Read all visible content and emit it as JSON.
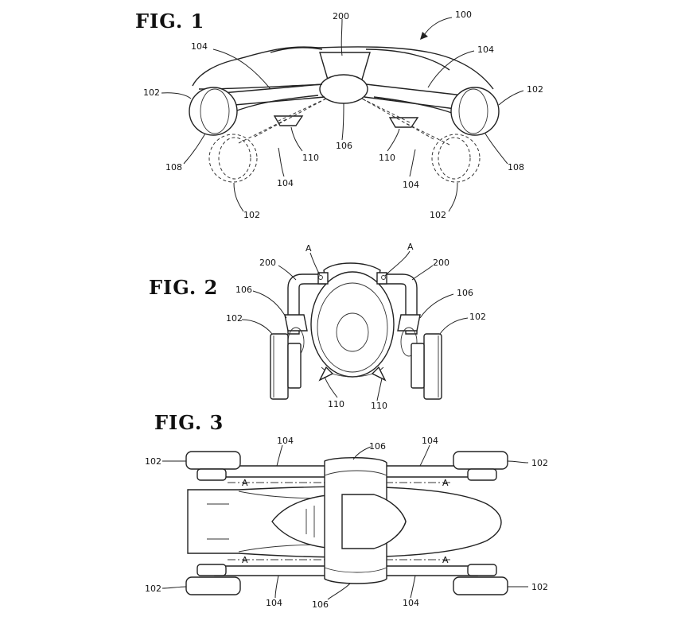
{
  "figures": {
    "fig1": {
      "title": "FIG. 1"
    },
    "fig2": {
      "title": "FIG. 2"
    },
    "fig3": {
      "title": "FIG. 3"
    }
  },
  "labels": {
    "fig1": [
      "100",
      "200",
      "104",
      "104",
      "102",
      "102",
      "108",
      "108",
      "106",
      "110",
      "110",
      "104",
      "104",
      "102",
      "102"
    ],
    "fig2": [
      "A",
      "A",
      "200",
      "200",
      "106",
      "106",
      "102",
      "102",
      "110",
      "110"
    ],
    "fig3": [
      "104",
      "106",
      "104",
      "102",
      "102",
      "A",
      "A",
      "A",
      "A",
      "102",
      "102",
      "104",
      "106",
      "104"
    ]
  }
}
